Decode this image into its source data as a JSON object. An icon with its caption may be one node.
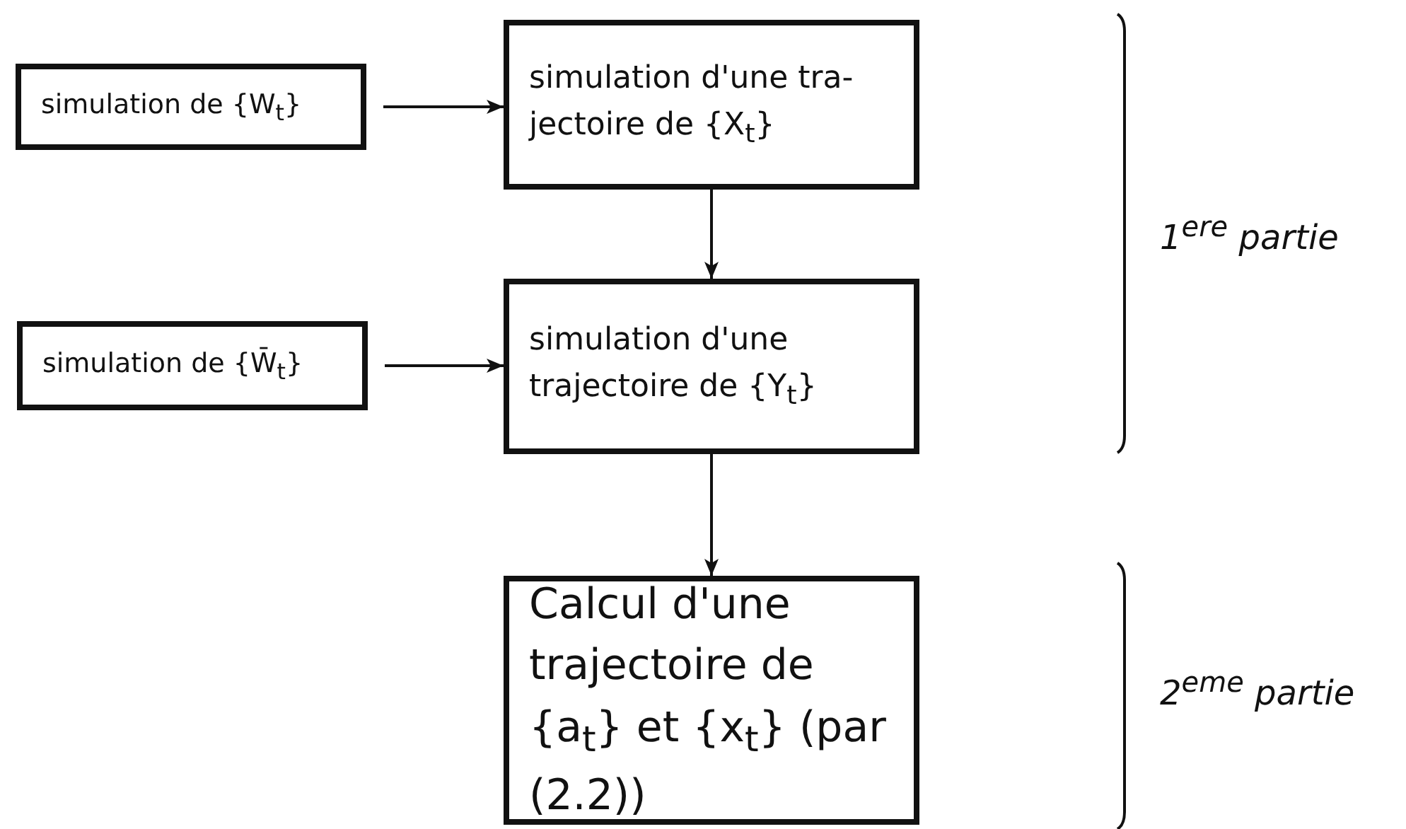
{
  "diagram": {
    "nodes": [
      {
        "text": [
          "simulation de {W$_{t}$}"
        ]
      },
      {
        "text": [
          "simulation d'une tra- jectoire de {X$_{t}$}"
        ]
      },
      {
        "text": [
          "simulation de {W̄$_{t}$}"
        ]
      },
      {
        "text": [
          "simulation d'une trajectoire de {Y$_{t}$}"
        ]
      },
      {
        "text": [
          "Calcul d'une trajectoire de {a$_{t}$} et {x$_{t}$} (par (2.2))"
        ]
      }
    ],
    "edges": [
      {
        "from": 0,
        "to": 1,
        "arrow": "to"
      },
      {
        "from": 1,
        "to": 3,
        "arrow": "to"
      },
      {
        "from": 2,
        "to": 3,
        "arrow": "to"
      },
      {
        "from": 3,
        "to": 4,
        "arrow": "to"
      }
    ],
    "labels": [
      "1$^{ere}$ partie",
      "2$^{eme}$ partie"
    ]
  }
}
